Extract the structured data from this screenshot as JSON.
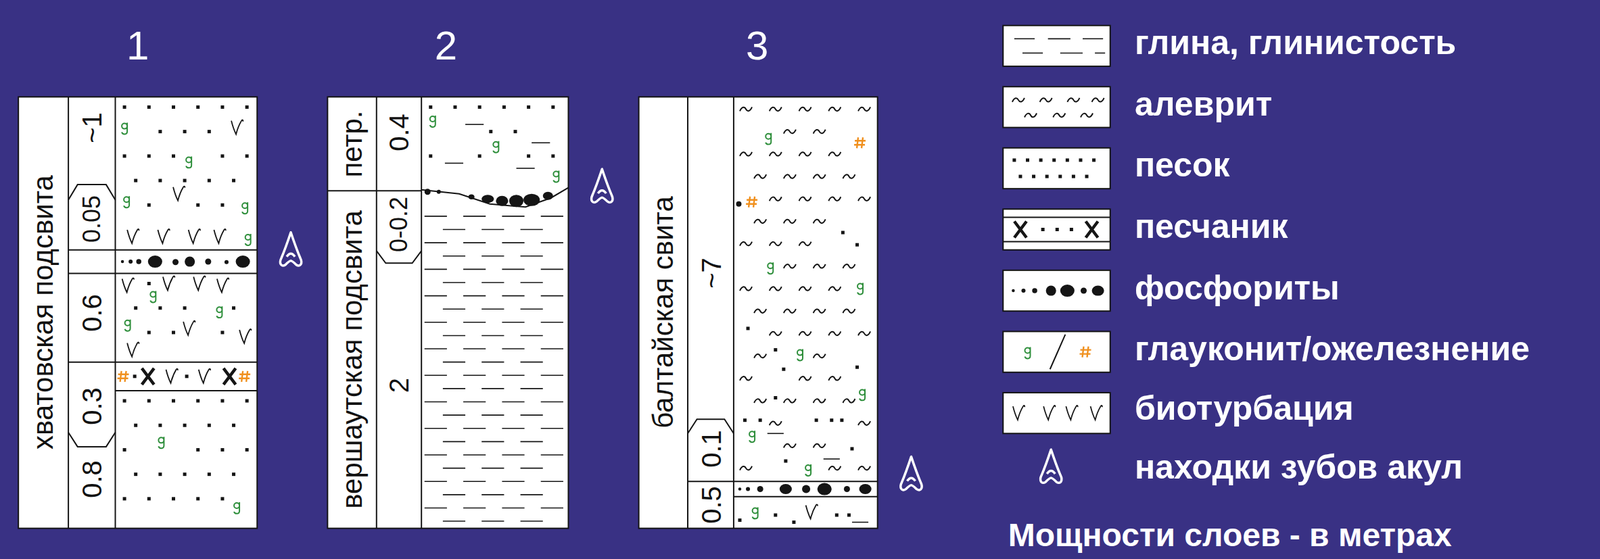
{
  "diagram": {
    "caption": "Мощности слоев - в метрах",
    "nodes": [
      {
        "text": [
          "1"
        ]
      },
      {
        "text": [
          "хватовская подсвита"
        ],
        "in": 0
      },
      {
        "text": [
          "2"
        ]
      },
      {
        "text": [
          "петр."
        ],
        "in": 2
      },
      {
        "text": [
          "вершаутская подсвита"
        ],
        "in": 2
      },
      {
        "text": [
          "3"
        ]
      },
      {
        "text": [
          "балтайская свита"
        ],
        "in": 5
      }
    ],
    "labels": [
      "~1",
      "0.05",
      "0.6",
      "0.3",
      "0.8",
      "0.4",
      "0-0.2",
      "2",
      "~7",
      "0.1",
      "0.5"
    ],
    "legend": [
      {
        "text": "глина, глинистость"
      },
      {
        "text": "алеврит"
      },
      {
        "text": "песок"
      },
      {
        "text": "песчаник"
      },
      {
        "text": "фосфориты"
      },
      {
        "text": "глауконит/ожелезнение"
      },
      {
        "text": "биотурбация"
      },
      {
        "text": "находки зубов акул"
      }
    ]
  }
}
